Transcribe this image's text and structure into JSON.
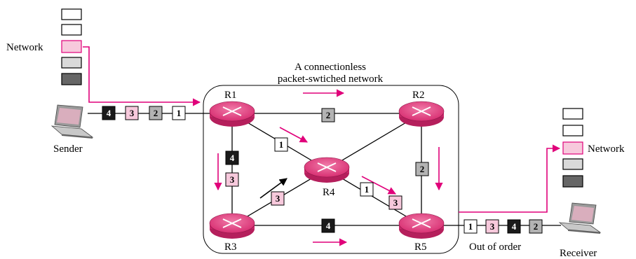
{
  "cloud": {
    "line1": "A connectionless",
    "line2": "packet-swtiched network"
  },
  "routers": {
    "r1": "R1",
    "r2": "R2",
    "r3": "R3",
    "r4": "R4",
    "r5": "R5"
  },
  "sender": {
    "label": "Sender",
    "layer_label": "Network"
  },
  "receiver": {
    "label": "Receiver",
    "layer_label": "Network",
    "order_label": "Out of order"
  },
  "packets": {
    "p1": "1",
    "p2": "2",
    "p3": "3",
    "p4": "4"
  },
  "colors": {
    "accent": "#e0007a",
    "router": "#e8508c",
    "packet_white": "#ffffff",
    "packet_pink": "#f7c9dc",
    "packet_gray": "#b3b3b3",
    "packet_black": "#1a1a1a"
  }
}
